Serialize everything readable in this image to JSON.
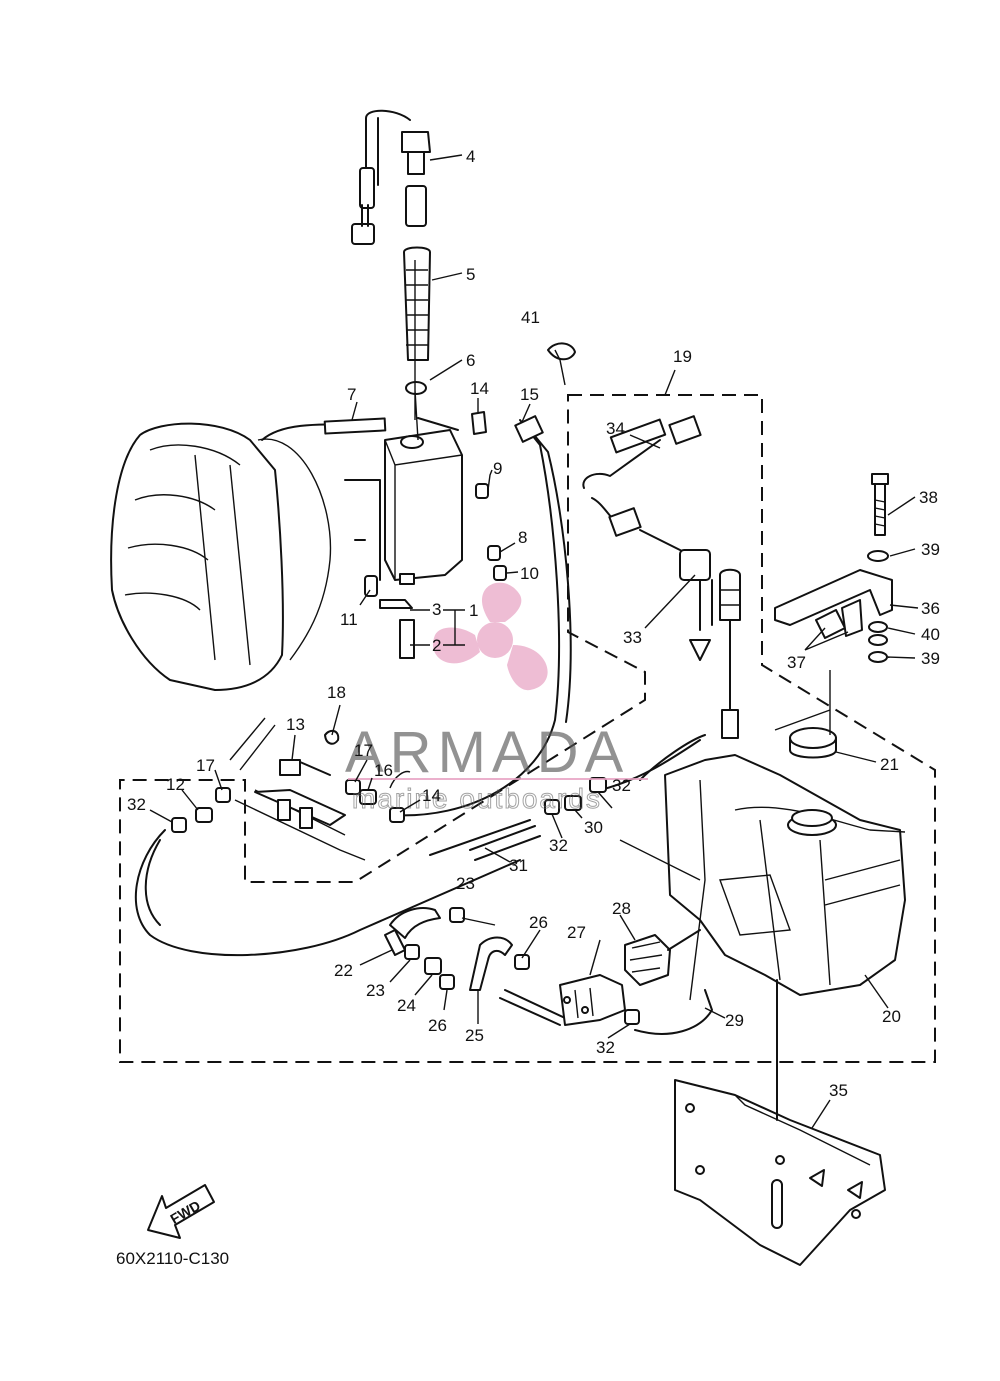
{
  "diagram_code": "60X2110-C130",
  "fwd_label": "FWD",
  "watermark": {
    "brand": "ARMADA",
    "tagline": "marine outboards",
    "accent_color": "#e8a3c4"
  },
  "callouts": [
    {
      "id": "c1",
      "label": "1"
    },
    {
      "id": "c2",
      "label": "2"
    },
    {
      "id": "c3",
      "label": "3"
    },
    {
      "id": "c4",
      "label": "4"
    },
    {
      "id": "c5",
      "label": "5"
    },
    {
      "id": "c6",
      "label": "6"
    },
    {
      "id": "c7",
      "label": "7"
    },
    {
      "id": "c8",
      "label": "8"
    },
    {
      "id": "c9",
      "label": "9"
    },
    {
      "id": "c10",
      "label": "10"
    },
    {
      "id": "c11",
      "label": "11"
    },
    {
      "id": "c12",
      "label": "12"
    },
    {
      "id": "c13",
      "label": "13"
    },
    {
      "id": "c14a",
      "label": "14"
    },
    {
      "id": "c14b",
      "label": "14"
    },
    {
      "id": "c15",
      "label": "15"
    },
    {
      "id": "c16",
      "label": "16"
    },
    {
      "id": "c17a",
      "label": "17"
    },
    {
      "id": "c17b",
      "label": "17"
    },
    {
      "id": "c18",
      "label": "18"
    },
    {
      "id": "c19",
      "label": "19"
    },
    {
      "id": "c20",
      "label": "20"
    },
    {
      "id": "c21",
      "label": "21"
    },
    {
      "id": "c22",
      "label": "22"
    },
    {
      "id": "c23a",
      "label": "23"
    },
    {
      "id": "c23b",
      "label": "23"
    },
    {
      "id": "c24",
      "label": "24"
    },
    {
      "id": "c25",
      "label": "25"
    },
    {
      "id": "c26a",
      "label": "26"
    },
    {
      "id": "c26b",
      "label": "26"
    },
    {
      "id": "c27",
      "label": "27"
    },
    {
      "id": "c28",
      "label": "28"
    },
    {
      "id": "c29",
      "label": "29"
    },
    {
      "id": "c30",
      "label": "30"
    },
    {
      "id": "c31",
      "label": "31"
    },
    {
      "id": "c32a",
      "label": "32"
    },
    {
      "id": "c32b",
      "label": "32"
    },
    {
      "id": "c32c",
      "label": "32"
    },
    {
      "id": "c32d",
      "label": "32"
    },
    {
      "id": "c33",
      "label": "33"
    },
    {
      "id": "c34",
      "label": "34"
    },
    {
      "id": "c35",
      "label": "35"
    },
    {
      "id": "c36",
      "label": "36"
    },
    {
      "id": "c37",
      "label": "37"
    },
    {
      "id": "c38",
      "label": "38"
    },
    {
      "id": "c39a",
      "label": "39"
    },
    {
      "id": "c39b",
      "label": "39"
    },
    {
      "id": "c40",
      "label": "40"
    },
    {
      "id": "c41",
      "label": "41"
    }
  ]
}
